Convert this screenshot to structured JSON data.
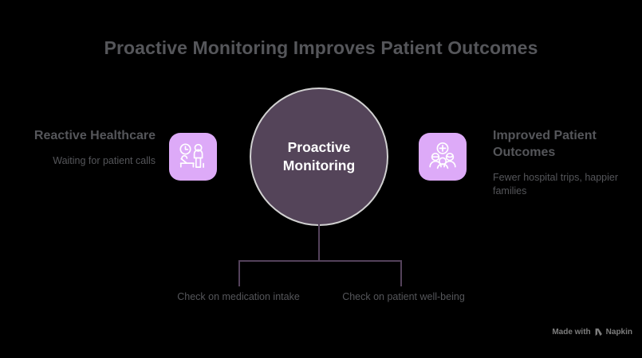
{
  "diagram": {
    "title": "Proactive Monitoring Improves Patient Outcomes",
    "background_color": "#000000",
    "hub": {
      "label": "Proactive Monitoring",
      "fill_color": "#544459",
      "text_color": "#ffffff"
    },
    "badge_color": "#ddaaf8",
    "connector_color": "#54425b",
    "text_color": "#55565a",
    "left": {
      "heading": "Reactive Healthcare",
      "subtitle": "Waiting for patient calls",
      "icon": "patient-in-bed-with-clock-icon"
    },
    "right": {
      "heading": "Improved Patient Outcomes",
      "subtitle": "Fewer hospital trips, happier families",
      "icon": "family-with-medical-plus-icon"
    },
    "branches": [
      {
        "label": "Check on medication intake"
      },
      {
        "label": "Check on patient well-being"
      }
    ]
  },
  "watermark": {
    "prefix": "Made with",
    "brand": "Napkin"
  }
}
